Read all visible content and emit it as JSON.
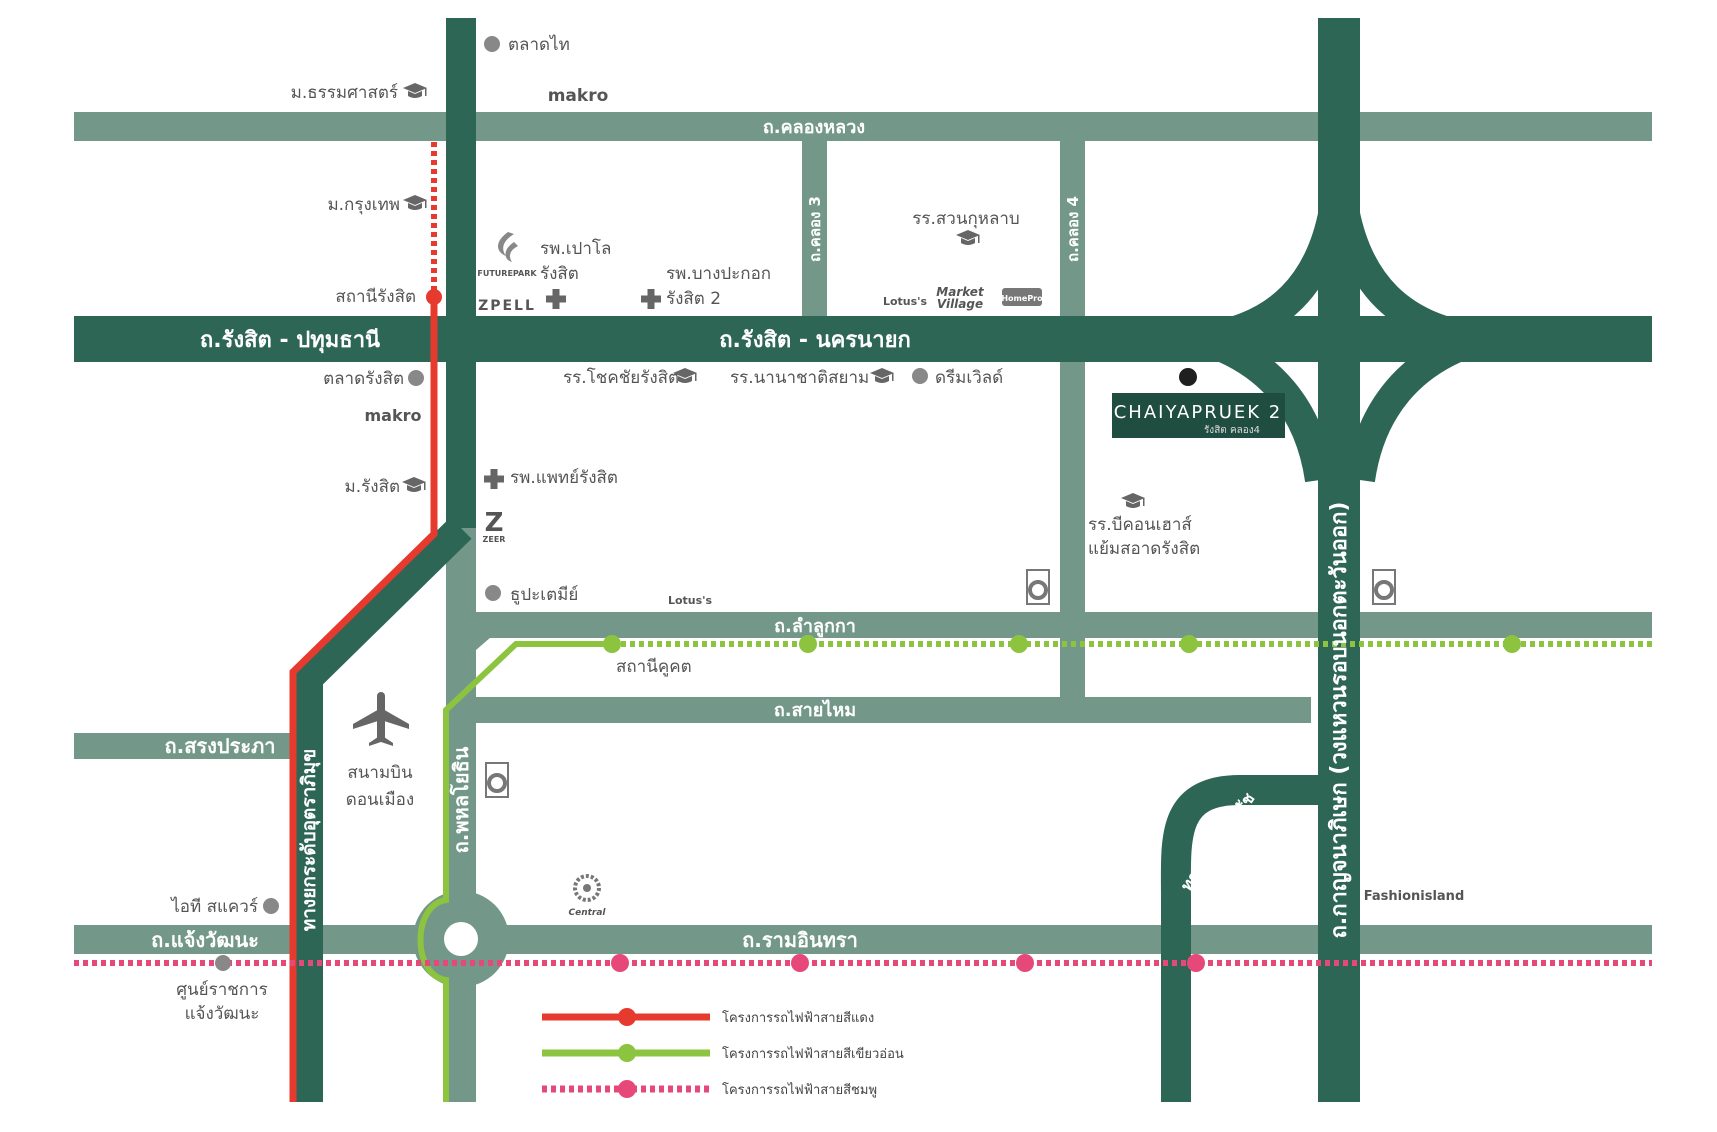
{
  "colors": {
    "road_light": "#73988a",
    "road_dark": "#2e6656",
    "red_line": "#e63a2e",
    "green_line": "#8cc43f",
    "pink_line": "#e6487a",
    "poi_dot": "#888888",
    "project_box": "#1f4d3f"
  },
  "roads": {
    "khlong_luang": "ถ.คลองหลวง",
    "khlong_3": "ถ.คลอง 3",
    "khlong_4": "ถ.คลอง 4",
    "rangsit_pathum": "ถ.รังสิต - ปทุมธานี",
    "rangsit_nakhon": "ถ.รังสิต - นครนายก",
    "lam_luk_ka": "ถ.ลำลูกกา",
    "sai_mai": "ถ.สายไหม",
    "song_prapha": "ถ.สรงประภา",
    "phahonyothin": "ถ.พหลโยธิน",
    "elevated": "ทางยกระดับอุตราภิมุข",
    "kanchanaphisek": "ถ.กาญจนาภิเษก (วงแหวนรอบนอกตะวันออก)",
    "chaloem_rat": "ทางด่วนฉลองรัช",
    "chaeng_watthana": "ถ.แจ้งวัฒนะ",
    "ram_inthra": "ถ.รามอินทรา"
  },
  "places": {
    "talad_thai": "ตลาดไท",
    "thammasat": "ม.ธรรมศาสตร์",
    "bangkok_u": "ม.กรุงเทพ",
    "rangsit_station": "สถานีรังสิต",
    "talad_rangsit": "ตลาดรังสิต",
    "rangsit_u": "ม.รังสิต",
    "paolo_1": "รพ.เปาโล",
    "paolo_2": "รังสิต",
    "bangpakok_1": "รพ.บางปะกอก",
    "bangpakok_2": "รังสิต 2",
    "suan_kularb": "รร.สวนกุหลาบ",
    "chokchai": "รร.โชคชัยรังสิต",
    "nanachat": "รร.นานาชาติสยาม",
    "dreamworld": "ดรีมเวิลด์",
    "patrangsit": "รพ.แพทย์รังสิต",
    "thupatemee": "ธูปะเตมีย์",
    "khu_khot": "สถานีคูคต",
    "airport_1": "สนามบิน",
    "airport_2": "ดอนเมือง",
    "it_square": "ไอที สแควร์",
    "gov_center_1": "ศูนย์ราชการ",
    "gov_center_2": "แจ้งวัฒนะ",
    "beaconhouse_1": "รร.บีคอนเฮาส์",
    "beaconhouse_2": "แย้มสอาดรังสิต"
  },
  "brands": {
    "makro": "makro",
    "futurepark": "FUTUREPARK",
    "zpell": "ZPELL",
    "lotuss": "Lotus's",
    "market_village_1": "Market",
    "market_village_2": "Village",
    "homepro": "HomePro",
    "zeer": "ZEER",
    "central": "Central",
    "fashion_island": "Fashionisland"
  },
  "project": {
    "title": "CHAIYAPRUEK 2",
    "subtitle": "รังสิต คลอง4"
  },
  "legend": [
    {
      "label": "โครงการรถไฟฟ้าสายสีแดง",
      "color": "#e63a2e",
      "style": "solid"
    },
    {
      "label": "โครงการรถไฟฟ้าสายสีเขียวอ่อน",
      "color": "#8cc43f",
      "style": "solid"
    },
    {
      "label": "โครงการรถไฟฟ้าสายสีชมพู",
      "color": "#e6487a",
      "style": "dotted"
    }
  ]
}
